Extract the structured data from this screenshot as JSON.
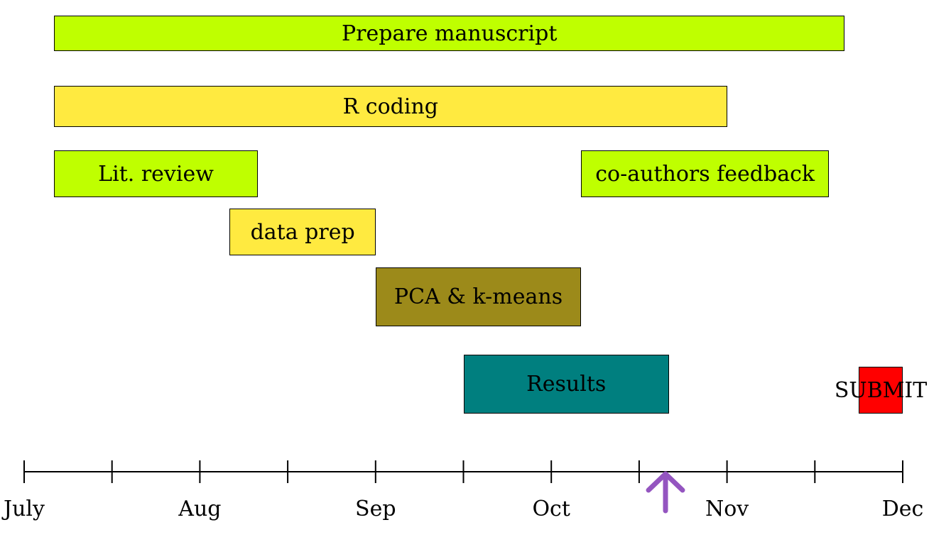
{
  "timeline": {
    "months": [
      "July",
      "Aug",
      "Sep",
      "Oct",
      "Nov",
      "Dec"
    ],
    "tasks": [
      {
        "label": "Prepare manuscript",
        "start": 0.17,
        "end": 4.67,
        "color": "#bfff00"
      },
      {
        "label": "R coding",
        "start": 0.17,
        "end": 4.0,
        "color": "#ffea40"
      },
      {
        "label": "Lit. review",
        "start": 0.17,
        "end": 1.33,
        "color": "#bfff00"
      },
      {
        "label": "co-authors feedback",
        "start": 3.17,
        "end": 4.58,
        "color": "#bfff00"
      },
      {
        "label": "data prep",
        "start": 1.17,
        "end": 2.0,
        "color": "#ffea40"
      },
      {
        "label": "PCA & k-means",
        "start": 2.0,
        "end": 3.17,
        "color": "#9c8a1a"
      },
      {
        "label": "Results",
        "start": 2.5,
        "end": 3.67,
        "color": "#007f7f"
      },
      {
        "label": "SUBMIT",
        "start": 4.75,
        "end": 5.0,
        "color": "#ff0000"
      }
    ],
    "marker": {
      "position": 3.65,
      "color": "#9455c0",
      "icon": "arrow-up-icon"
    }
  }
}
